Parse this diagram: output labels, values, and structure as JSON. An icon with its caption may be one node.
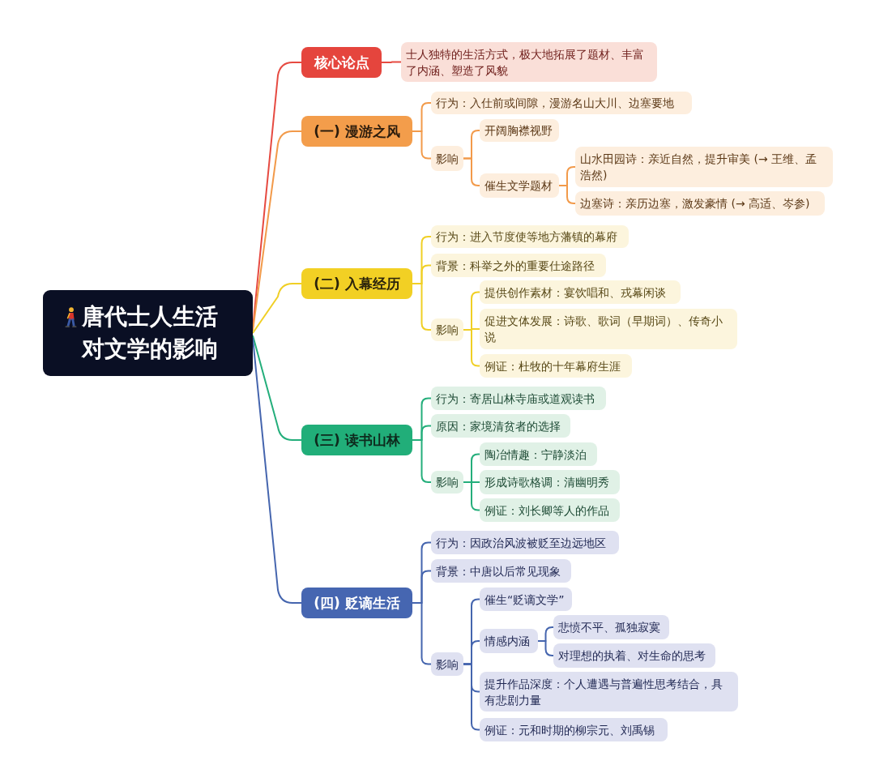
{
  "diagram": {
    "nodes": [
      {
        "text": [
          "唐代士人生活对文学的影响"
        ]
      },
      {
        "text": [
          "核心论点"
        ]
      },
      {
        "text": [
          "士人独特的生活方式，极大地拓展了题材、丰富了内涵、塑造了风貌"
        ]
      },
      {
        "text": [
          "(一) 漫游之风"
        ]
      },
      {
        "text": [
          "行为：入仕前或间隙，漫游名山大川、边塞要地"
        ]
      },
      {
        "text": [
          "影响"
        ]
      },
      {
        "text": [
          "开阔胸襟视野"
        ]
      },
      {
        "text": [
          "催生文学题材"
        ]
      },
      {
        "text": [
          "山水田园诗：亲近自然，提升审美 (→ 王维、孟浩然)"
        ]
      },
      {
        "text": [
          "边塞诗：亲历边塞，激发豪情 (→ 高适、岑参)"
        ]
      },
      {
        "text": [
          "(二) 入幕经历"
        ]
      },
      {
        "text": [
          "行为：进入节度使等地方藩镇的幕府"
        ]
      },
      {
        "text": [
          "背景：科举之外的重要仕途路径"
        ]
      },
      {
        "text": [
          "影响"
        ]
      },
      {
        "text": [
          "提供创作素材：宴饮唱和、戎幕闲谈"
        ]
      },
      {
        "text": [
          "促进文体发展：诗歌、歌词（早期词）、传奇小说"
        ]
      },
      {
        "text": [
          "例证：杜牧的十年幕府生涯"
        ]
      },
      {
        "text": [
          "(三) 读书山林"
        ]
      },
      {
        "text": [
          "行为：寄居山林寺庙或道观读书"
        ]
      },
      {
        "text": [
          "原因：家境清贫者的选择"
        ]
      },
      {
        "text": [
          "影响"
        ]
      },
      {
        "text": [
          "陶冶情趣：宁静淡泊"
        ]
      },
      {
        "text": [
          "形成诗歌格调：清幽明秀"
        ]
      },
      {
        "text": [
          "例证：刘长卿等人的作品"
        ]
      },
      {
        "text": [
          "(四) 贬谪生活"
        ]
      },
      {
        "text": [
          "行为：因政治风波被贬至边远地区"
        ]
      },
      {
        "text": [
          "背景：中唐以后常见现象"
        ]
      },
      {
        "text": [
          "影响"
        ]
      },
      {
        "text": [
          "催生“贬谪文学”"
        ]
      },
      {
        "text": [
          "情感内涵"
        ]
      },
      {
        "text": [
          "悲愤不平、孤独寂寞"
        ]
      },
      {
        "text": [
          "对理想的执着、对生命的思考"
        ]
      },
      {
        "text": [
          "提升作品深度：个人遭遇与普遍性思考结合，具有悲剧力量"
        ]
      },
      {
        "text": [
          "例证：元和时期的柳宗元、刘禹锡"
        ]
      }
    ],
    "edges": [
      {
        "from": 0,
        "to": 1,
        "arrow": "none",
        "color": "#e64a41"
      },
      {
        "from": 1,
        "to": 2,
        "arrow": "none",
        "color": "#e64a41"
      },
      {
        "from": 0,
        "to": 3,
        "arrow": "none",
        "color": "#f29a4a"
      },
      {
        "from": 3,
        "to": 4,
        "arrow": "none",
        "color": "#f29a4a"
      },
      {
        "from": 3,
        "to": 5,
        "arrow": "none",
        "color": "#f29a4a"
      },
      {
        "from": 5,
        "to": 6,
        "arrow": "none",
        "color": "#f29a4a"
      },
      {
        "from": 5,
        "to": 7,
        "arrow": "none",
        "color": "#f29a4a"
      },
      {
        "from": 7,
        "to": 8,
        "arrow": "none",
        "color": "#f29a4a"
      },
      {
        "from": 7,
        "to": 9,
        "arrow": "none",
        "color": "#f29a4a"
      },
      {
        "from": 0,
        "to": 10,
        "arrow": "none",
        "color": "#f0cf25"
      },
      {
        "from": 10,
        "to": 11,
        "arrow": "none",
        "color": "#f0cf25"
      },
      {
        "from": 10,
        "to": 12,
        "arrow": "none",
        "color": "#f0cf25"
      },
      {
        "from": 10,
        "to": 13,
        "arrow": "none",
        "color": "#f0cf25"
      },
      {
        "from": 13,
        "to": 14,
        "arrow": "none",
        "color": "#f0cf25"
      },
      {
        "from": 13,
        "to": 15,
        "arrow": "none",
        "color": "#f0cf25"
      },
      {
        "from": 13,
        "to": 16,
        "arrow": "none",
        "color": "#f0cf25"
      },
      {
        "from": 0,
        "to": 17,
        "arrow": "none",
        "color": "#24ae7b"
      },
      {
        "from": 17,
        "to": 18,
        "arrow": "none",
        "color": "#24ae7b"
      },
      {
        "from": 17,
        "to": 19,
        "arrow": "none",
        "color": "#24ae7b"
      },
      {
        "from": 17,
        "to": 20,
        "arrow": "none",
        "color": "#24ae7b"
      },
      {
        "from": 20,
        "to": 21,
        "arrow": "none",
        "color": "#24ae7b"
      },
      {
        "from": 20,
        "to": 22,
        "arrow": "none",
        "color": "#24ae7b"
      },
      {
        "from": 20,
        "to": 23,
        "arrow": "none",
        "color": "#24ae7b"
      },
      {
        "from": 0,
        "to": 24,
        "arrow": "none"
      },
      {
        "from": 24,
        "to": 25,
        "arrow": "none"
      },
      {
        "from": 24,
        "to": 26,
        "arrow": "none"
      },
      {
        "from": 24,
        "to": 27,
        "arrow": "none"
      },
      {
        "from": 27,
        "to": 28,
        "arrow": "none"
      },
      {
        "from": 27,
        "to": 29,
        "arrow": "none"
      },
      {
        "from": 29,
        "to": 30,
        "arrow": "none"
      },
      {
        "from": 29,
        "to": 31,
        "arrow": "none"
      },
      {
        "from": 27,
        "to": 32,
        "arrow": "none"
      },
      {
        "from": 27,
        "to": 33,
        "arrow": "none"
      }
    ]
  }
}
